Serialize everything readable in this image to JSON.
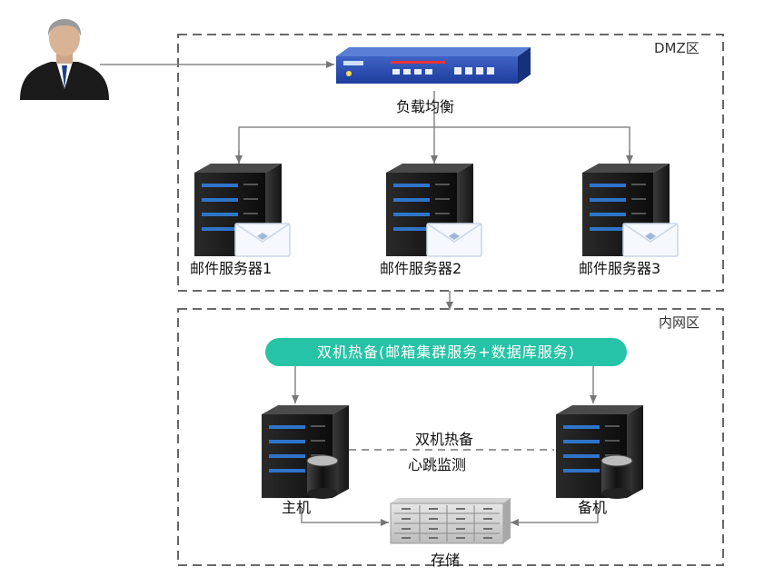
{
  "zones": {
    "dmz": "DMZ区",
    "intranet": "内网区"
  },
  "load_balancer": {
    "label": "负载均衡"
  },
  "mail_servers": [
    {
      "label": "邮件服务器1"
    },
    {
      "label": "邮件服务器2"
    },
    {
      "label": "邮件服务器3"
    }
  ],
  "cluster_banner": "双机热备(邮箱集群服务+数据库服务)",
  "heartbeat": {
    "line1": "双机热备",
    "line2": "心跳监测"
  },
  "primary": {
    "label": "主机"
  },
  "backup": {
    "label": "备机"
  },
  "storage": {
    "label": "存储"
  },
  "icons": [
    "user-icon",
    "load-balancer-icon",
    "server-icon",
    "mail-icon",
    "database-icon",
    "storage-array-icon"
  ]
}
